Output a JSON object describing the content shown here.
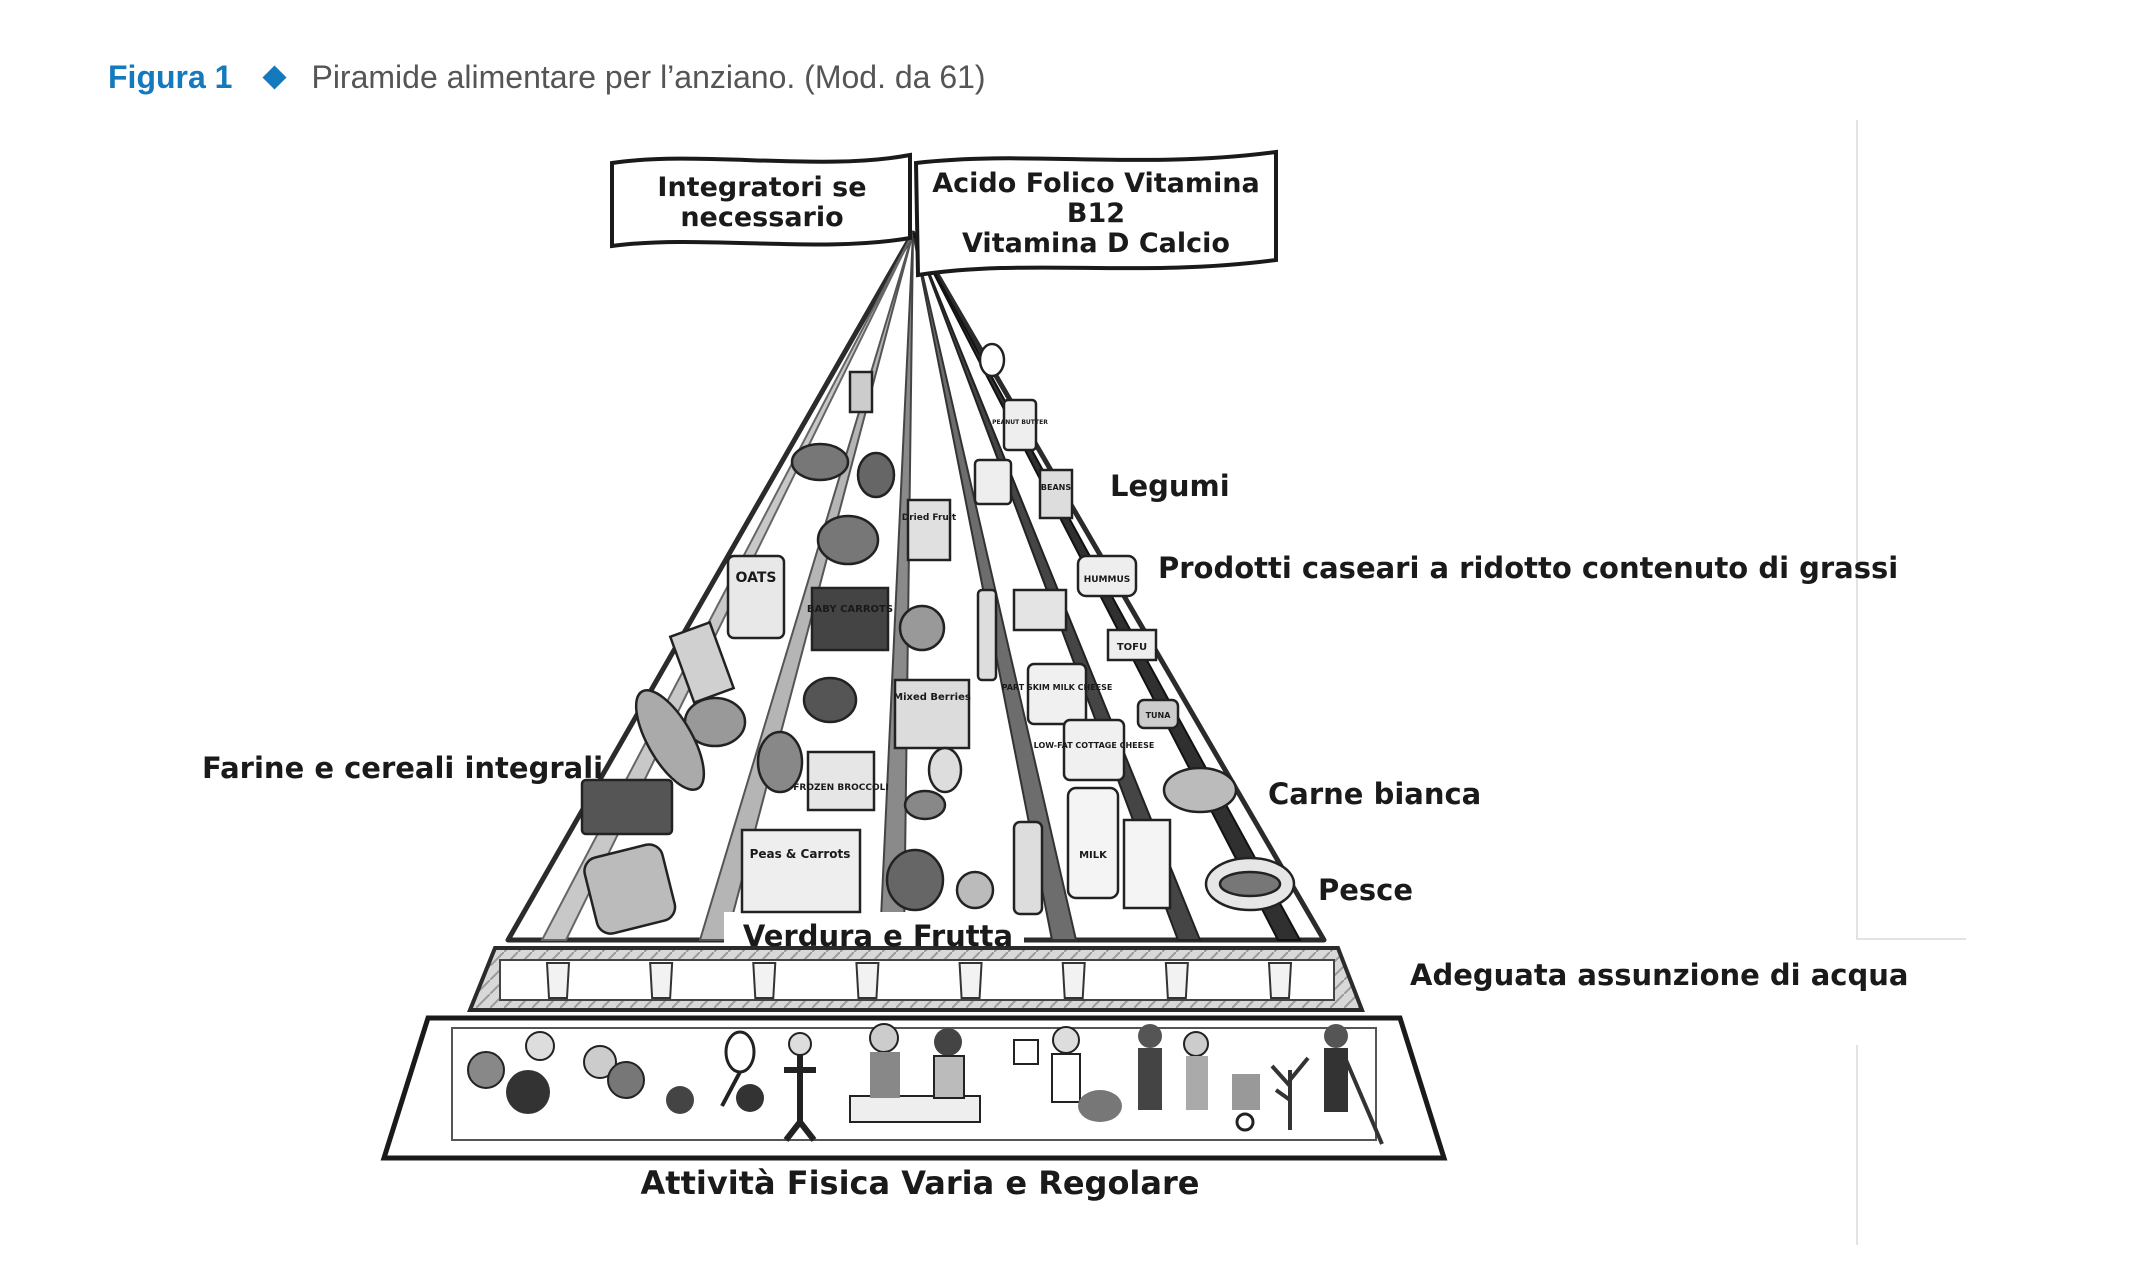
{
  "caption": {
    "label": "Figura 1",
    "title": "Piramide alimentare per l’anziano. (Mod. da 61)",
    "accent_color": "#1479bd",
    "bullet_icon": "diamond-icon"
  },
  "pyramid": {
    "banner_left": [
      "Integratori se",
      "necessario"
    ],
    "banner_right": [
      "Acido Folico Vitamina",
      "B12",
      "Vitamina D Calcio"
    ],
    "label_grains": "Farine e cereali integrali",
    "label_veg_fruit": "Verdura e Frutta",
    "label_legumes": "Legumi",
    "label_dairy": "Prodotti caseari a ridotto contenuto di grassi",
    "label_poultry": "Carne bianca",
    "label_fish": "Pesce",
    "label_water": "Adeguata assunzione di acqua",
    "label_activity": "Attività Fisica Varia e Regolare",
    "water_glasses": 8,
    "food_labels": {
      "oats": "OATS",
      "baby_carrots": "BABY CARROTS",
      "frozen_broccoli": "FROZEN BROCCOLI",
      "frozen_peas": "Peas & Carrots",
      "mixed_berries": "Mixed Berries",
      "dried_fruit": "Dried Fruit",
      "part_skim_cheese": "PART SKIM MILK CHEESE",
      "lowfat_cottage": "LOW-FAT COTTAGE CHEESE",
      "milk": "MILK",
      "hummus": "HUMMUS",
      "tofu": "TOFU",
      "beans": "BEANS",
      "peanut_butter": "PEANUT BUTTER",
      "tuna": "TUNA"
    }
  }
}
